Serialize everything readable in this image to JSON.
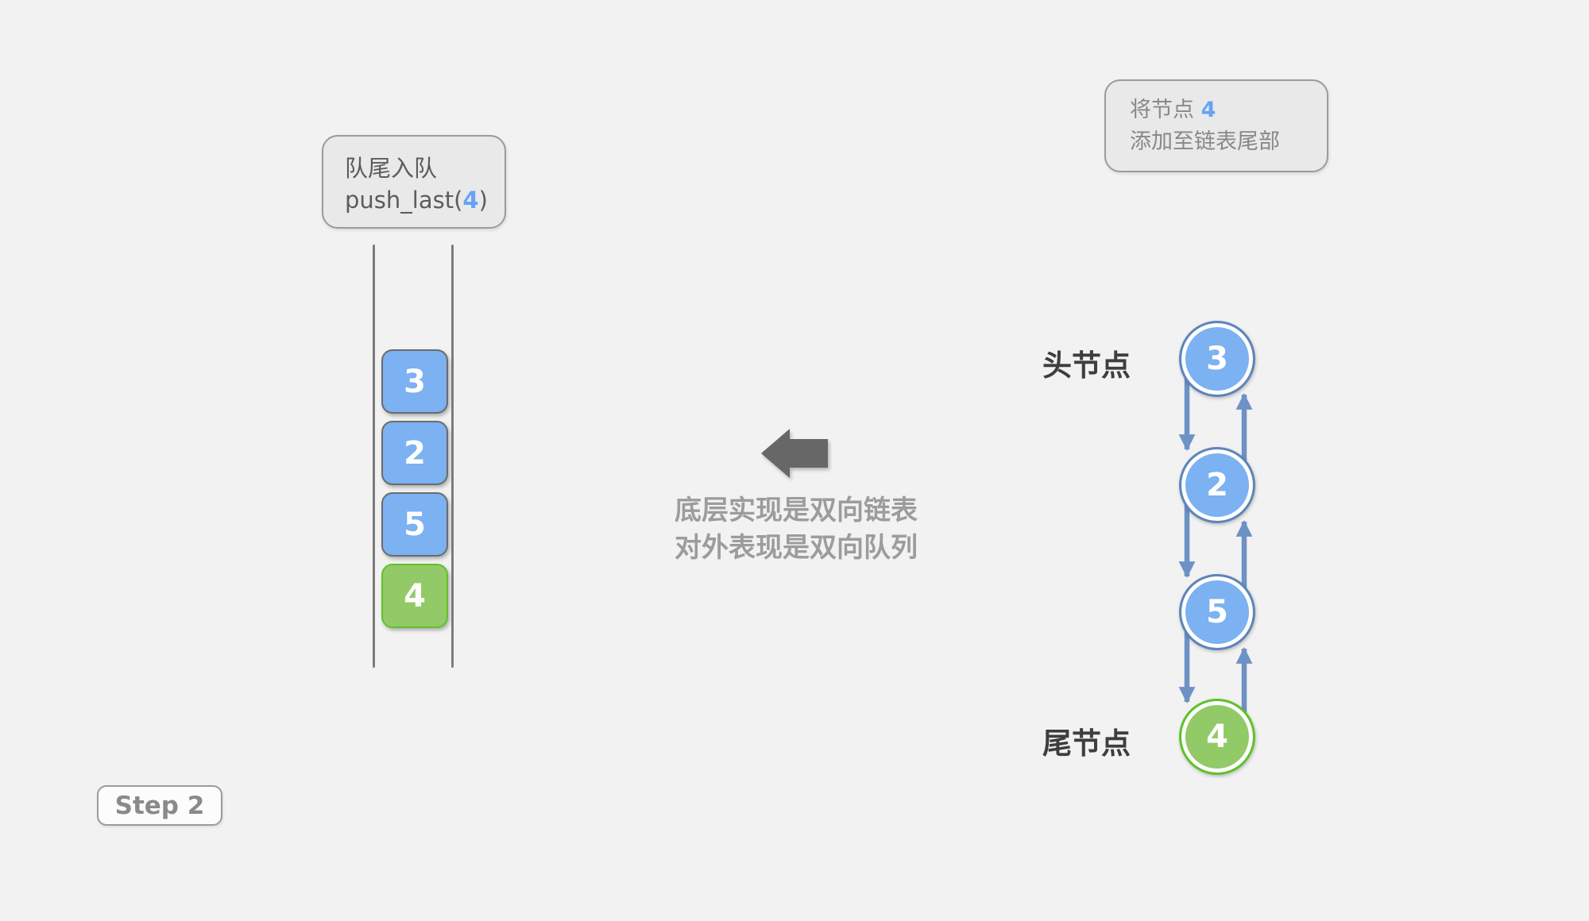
{
  "step_badge": {
    "label": "Step 2"
  },
  "queue": {
    "label_box": {
      "line1": "队尾入队",
      "line2_prefix": "push_last(",
      "line2_arg": "4",
      "line2_suffix": ")"
    },
    "items": [
      {
        "value": "3",
        "type": "blue"
      },
      {
        "value": "2",
        "type": "blue"
      },
      {
        "value": "5",
        "type": "blue"
      },
      {
        "value": "4",
        "type": "green"
      }
    ]
  },
  "middle": {
    "arrow_icon": "left-block-arrow",
    "caption_line1": "底层实现是双向链表",
    "caption_line2": "对外表现是双向队列"
  },
  "note_box": {
    "line1_prefix": "将节点 ",
    "line1_value": "4",
    "line2": "添加至链表尾部"
  },
  "linked_list": {
    "head_label": "头节点",
    "tail_label": "尾节点",
    "nodes": [
      {
        "value": "3",
        "type": "blue"
      },
      {
        "value": "2",
        "type": "blue"
      },
      {
        "value": "5",
        "type": "blue"
      },
      {
        "value": "4",
        "type": "green"
      }
    ]
  },
  "colors": {
    "page_bg": "#f2f2f2",
    "box_bg": "#e9e9e9",
    "box_border": "#9b9b9b",
    "blue_fill": "#7cb1f2",
    "blue_text": "#64a3f7",
    "green_fill": "#93ca68",
    "green_border": "#5fc22b",
    "gray_border": "#6c6c6c",
    "node_border": "#5d85ba",
    "arrow_blue": "#6d92c6",
    "arrow_dark": "#676767",
    "caption_gray": "#9c9c9c",
    "label_dark": "#3e3e3e",
    "text_gray": "#5c5c5c",
    "note_text": "#888888",
    "wall_gray": "#7c7c7c",
    "step_text": "#8a8a8a"
  }
}
